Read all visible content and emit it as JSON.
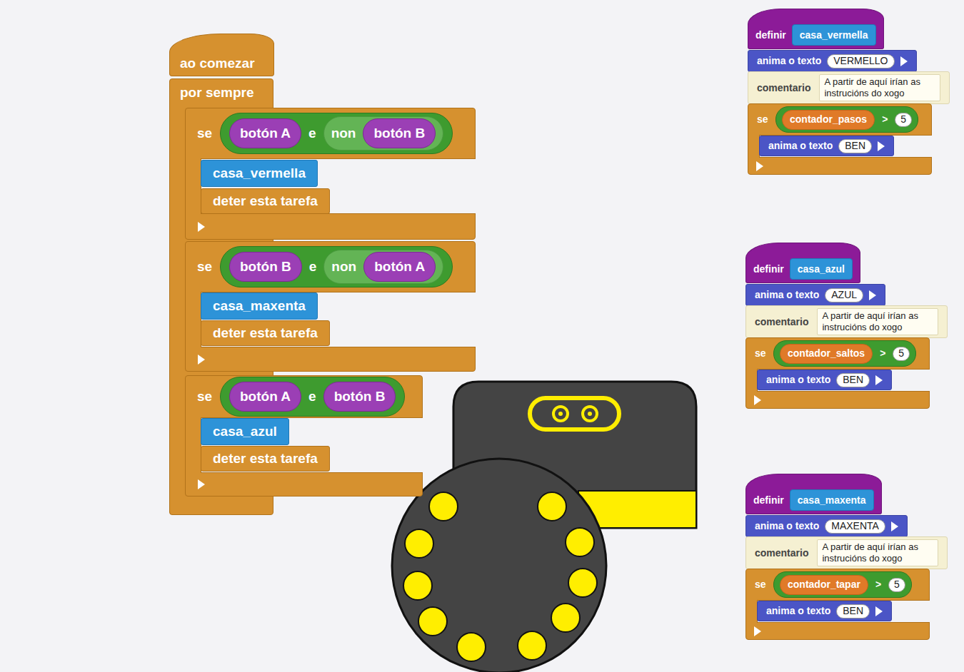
{
  "diagram": {
    "nodes": [
      {
        "text": [
          "ao comezar"
        ]
      },
      {
        "text": [
          "por sempre"
        ]
      },
      {
        "text": [
          "se"
        ],
        "in": 1
      },
      {
        "text": [
          "e"
        ],
        "in": 2
      },
      {
        "text": [
          "botón A"
        ],
        "in": 3
      },
      {
        "text": [
          "non"
        ],
        "in": 3
      },
      {
        "text": [
          "botón B"
        ],
        "in": 5
      },
      {
        "text": [
          "casa_vermella"
        ],
        "in": 2
      },
      {
        "text": [
          "deter esta tarefa"
        ],
        "in": 2
      },
      {
        "text": [
          "se"
        ],
        "in": 1
      },
      {
        "text": [
          "e"
        ],
        "in": 9
      },
      {
        "text": [
          "botón B"
        ],
        "in": 10
      },
      {
        "text": [
          "non"
        ],
        "in": 10
      },
      {
        "text": [
          "botón A"
        ],
        "in": 12
      },
      {
        "text": [
          "casa_maxenta"
        ],
        "in": 9
      },
      {
        "text": [
          "deter esta tarefa"
        ],
        "in": 9
      },
      {
        "text": [
          "se"
        ],
        "in": 1
      },
      {
        "text": [
          "e"
        ],
        "in": 16
      },
      {
        "text": [
          "botón A"
        ],
        "in": 17
      },
      {
        "text": [
          "botón B"
        ],
        "in": 17
      },
      {
        "text": [
          "casa_azul"
        ],
        "in": 16
      },
      {
        "text": [
          "deter esta tarefa"
        ],
        "in": 16
      },
      {
        "text": [
          "definir"
        ]
      },
      {
        "text": [
          "casa_vermella"
        ],
        "in": 22
      },
      {
        "text": [
          "anima o texto"
        ]
      },
      {
        "text": [
          "VERMELLO"
        ],
        "in": 24
      },
      {
        "text": [
          "comentario"
        ]
      },
      {
        "text": [
          "A partir de aquí irían as instrucións do xogo"
        ],
        "in": 26
      },
      {
        "text": [
          "se"
        ]
      },
      {
        "text": [
          ">"
        ],
        "in": 28
      },
      {
        "text": [
          "contador_pasos"
        ],
        "in": 29
      },
      {
        "text": [
          "5"
        ],
        "in": 29
      },
      {
        "text": [
          "anima o texto"
        ],
        "in": 28
      },
      {
        "text": [
          "BEN"
        ],
        "in": 32
      },
      {
        "text": [
          "definir"
        ]
      },
      {
        "text": [
          "casa_azul"
        ],
        "in": 34
      },
      {
        "text": [
          "anima o texto"
        ]
      },
      {
        "text": [
          "AZUL"
        ],
        "in": 36
      },
      {
        "text": [
          "comentario"
        ]
      },
      {
        "text": [
          "A partir de aquí irían as instrucións do xogo"
        ],
        "in": 38
      },
      {
        "text": [
          "se"
        ]
      },
      {
        "text": [
          ">"
        ],
        "in": 40
      },
      {
        "text": [
          "contador_saltos"
        ],
        "in": 41
      },
      {
        "text": [
          "5"
        ],
        "in": 41
      },
      {
        "text": [
          "anima o texto"
        ],
        "in": 40
      },
      {
        "text": [
          "BEN"
        ],
        "in": 44
      },
      {
        "text": [
          "definir"
        ]
      },
      {
        "text": [
          "casa_maxenta"
        ],
        "in": 46
      },
      {
        "text": [
          "anima o texto"
        ]
      },
      {
        "text": [
          "MAXENTA"
        ],
        "in": 48
      },
      {
        "text": [
          "comentario"
        ]
      },
      {
        "text": [
          "A partir de aquí irían as instrucións do xogo"
        ],
        "in": 50
      },
      {
        "text": [
          "se"
        ]
      },
      {
        "text": [
          ">"
        ],
        "in": 52
      },
      {
        "text": [
          "contador_tapar"
        ],
        "in": 53
      },
      {
        "text": [
          "5"
        ],
        "in": 53
      },
      {
        "text": [
          "anima o texto"
        ],
        "in": 52
      },
      {
        "text": [
          "BEN"
        ],
        "in": 56
      }
    ]
  }
}
